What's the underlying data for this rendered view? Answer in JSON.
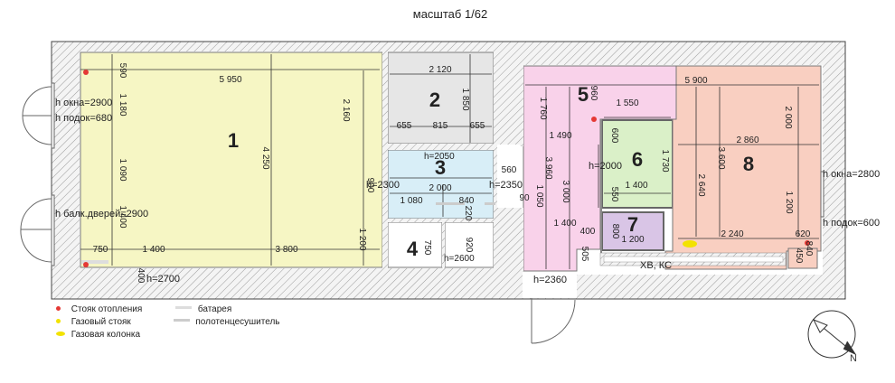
{
  "scale": "масштаб 1/62",
  "colors": {
    "room1": "#f6f6c4",
    "room2": "#e6e6e6",
    "room3": "#d8eef7",
    "room4": "#ffffff",
    "room5": "#f9d2ea",
    "room6": "#daf0c8",
    "room7": "#d9c5e6",
    "room8": "#f9cfc1",
    "riser": "#e53935",
    "gas": "#f2e200"
  },
  "rooms": [
    {
      "id": "1",
      "label": "1"
    },
    {
      "id": "2",
      "label": "2"
    },
    {
      "id": "3",
      "label": "3"
    },
    {
      "id": "4",
      "label": "4"
    },
    {
      "id": "5",
      "label": "5"
    },
    {
      "id": "6",
      "label": "6"
    },
    {
      "id": "7",
      "label": "7"
    },
    {
      "id": "8",
      "label": "8"
    }
  ],
  "labels": {
    "h_okna_left": "h окна=2900",
    "h_podok_left": "h подок=680",
    "h_balk": "h балк.дверей=2900",
    "h_2700": "h=2700",
    "h_2050": "h=2050",
    "h_2300": "h=2300",
    "h_2350": "h=2350",
    "h_2600": "h=2600",
    "h_2000": "h=2000",
    "h_2360": "h=2360",
    "h_okna_right": "h окна=2800",
    "h_podok_right": "h подок=600",
    "hv_ks": "ХВ, КС"
  },
  "dims": {
    "d590": "590",
    "d5950": "5 950",
    "d1180": "1 180",
    "d2160": "2 160",
    "d4250": "4 250",
    "d1090": "1 090",
    "d1400a": "1 400",
    "d750a": "750",
    "d1400b": "1 400",
    "d3800": "3 800",
    "d400a": "400",
    "d1200a": "1 200",
    "d900a": "900",
    "d2120": "2 120",
    "d1850": "1 850",
    "d655a": "655",
    "d815": "815",
    "d655b": "655",
    "d2000a": "2 000",
    "d1080": "1 080",
    "d840a": "840",
    "d220": "220",
    "d750b": "750",
    "d920": "920",
    "d560": "560",
    "d90": "90",
    "d5900": "5 900",
    "d960": "960",
    "d1550": "1 550",
    "d1760": "1 760",
    "d1490": "1 490",
    "d3960": "3 960",
    "d1050": "1 050",
    "d3000": "3 000",
    "d600": "600",
    "d1730": "1 730",
    "d550": "550",
    "d1400c": "1 400",
    "d1400d": "1 400",
    "d400b": "400",
    "d800": "800",
    "d1200b": "1 200",
    "d505": "505",
    "d2000b": "2 000",
    "d2860": "2 860",
    "d3600": "3 600",
    "d2640": "2 640",
    "d1200c": "1 200",
    "d2240": "2 240",
    "d620": "620",
    "d840b": "840",
    "d450": "450"
  },
  "legend": {
    "riser": "Стояк отопления",
    "gas_riser": "Газовый стояк",
    "gas_boiler": "Газовая колонка",
    "battery": "батарея",
    "towel": "полотенцесушитель"
  }
}
